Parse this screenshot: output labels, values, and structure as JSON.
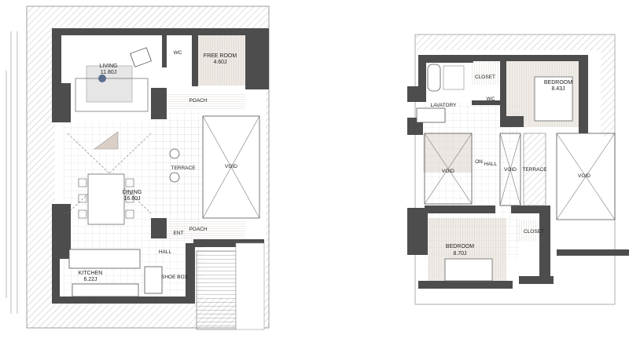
{
  "plans": [
    {
      "rooms": [
        {
          "label": "LIVING",
          "area": "11.80J"
        },
        {
          "label": "FREE ROOM",
          "area": "4.60J"
        },
        {
          "label": "WC"
        },
        {
          "label": "POACH"
        },
        {
          "label": "TERRACE"
        },
        {
          "label": "VOID"
        },
        {
          "label": "DINING",
          "area": "16.60J"
        },
        {
          "label": "ENT"
        },
        {
          "label": "POACH"
        },
        {
          "label": "HALL"
        },
        {
          "label": "KITCHEN",
          "area": "6.22J"
        },
        {
          "label": "SHOE BOX"
        }
      ]
    },
    {
      "rooms": [
        {
          "label": "CLOSET"
        },
        {
          "label": "BEDROOM",
          "area": "8.43J"
        },
        {
          "label": "LAVATORY"
        },
        {
          "label": "WC"
        },
        {
          "label": "VOID"
        },
        {
          "label": "ON"
        },
        {
          "label": "HALL"
        },
        {
          "label": "VOID"
        },
        {
          "label": "TERRACE"
        },
        {
          "label": "VOID"
        },
        {
          "label": "BEDROOM",
          "area": "8.70J"
        },
        {
          "label": "CLOSET"
        }
      ]
    }
  ],
  "colors": {
    "wall": "#4d4d4d",
    "floor_accent": "#d9cfc6",
    "hatch": "#9a9a9a"
  }
}
